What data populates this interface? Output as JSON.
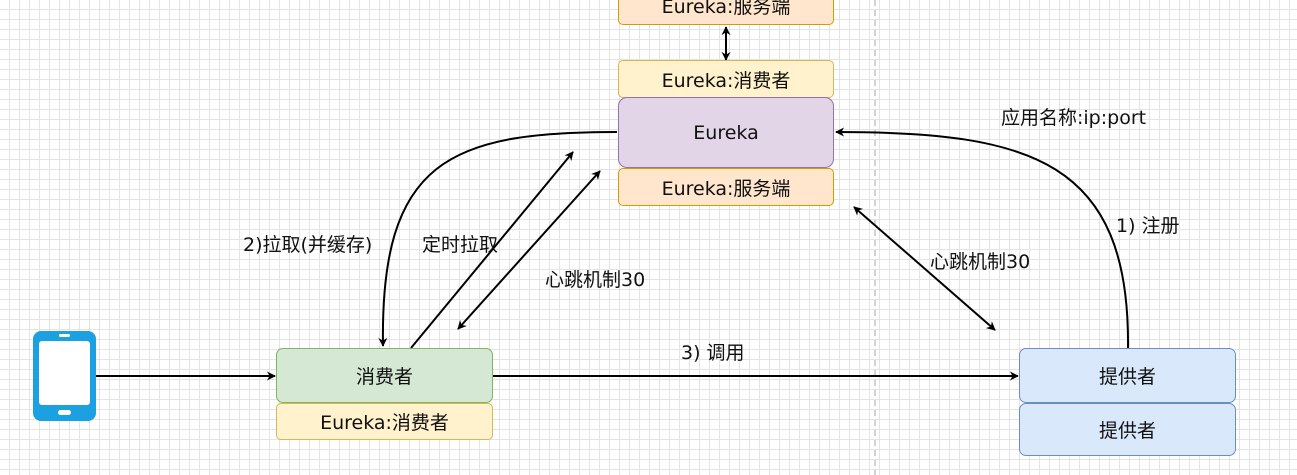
{
  "nodes": {
    "eureka_server_top": "Eureka:服务端",
    "eureka_consumer_top": "Eureka:消费者",
    "eureka": "Eureka",
    "eureka_server_mid": "Eureka:服务端",
    "consumer": "消费者",
    "consumer_client": "Eureka:消费者",
    "provider": "提供者",
    "provider_2": "提供者"
  },
  "labels": {
    "register_info": "应用名称:ip:port",
    "register": "1) 注册",
    "pull_cache": "2)拉取(并缓存)",
    "scheduled_pull": "定时拉取",
    "heartbeat_left": "心跳机制30",
    "heartbeat_right": "心跳机制30",
    "invoke": "3) 调用"
  },
  "colors": {
    "grid": "#e4e4e4",
    "arrow": "#000000",
    "divider": "#bbbbbb",
    "server_fill": "#ffe6cc",
    "server_stroke": "#d79b00",
    "client_fill": "#fff2cc",
    "client_stroke": "#d6b656",
    "eureka_fill": "#e1d5e7",
    "eureka_stroke": "#9673a6",
    "consumer_fill": "#d5e8d4",
    "consumer_stroke": "#82b366",
    "provider_fill": "#dae8fc",
    "provider_stroke": "#6c8ebf",
    "phone": "#1ba1e2"
  },
  "icons": {
    "client_device": "mobile-phone-icon"
  }
}
